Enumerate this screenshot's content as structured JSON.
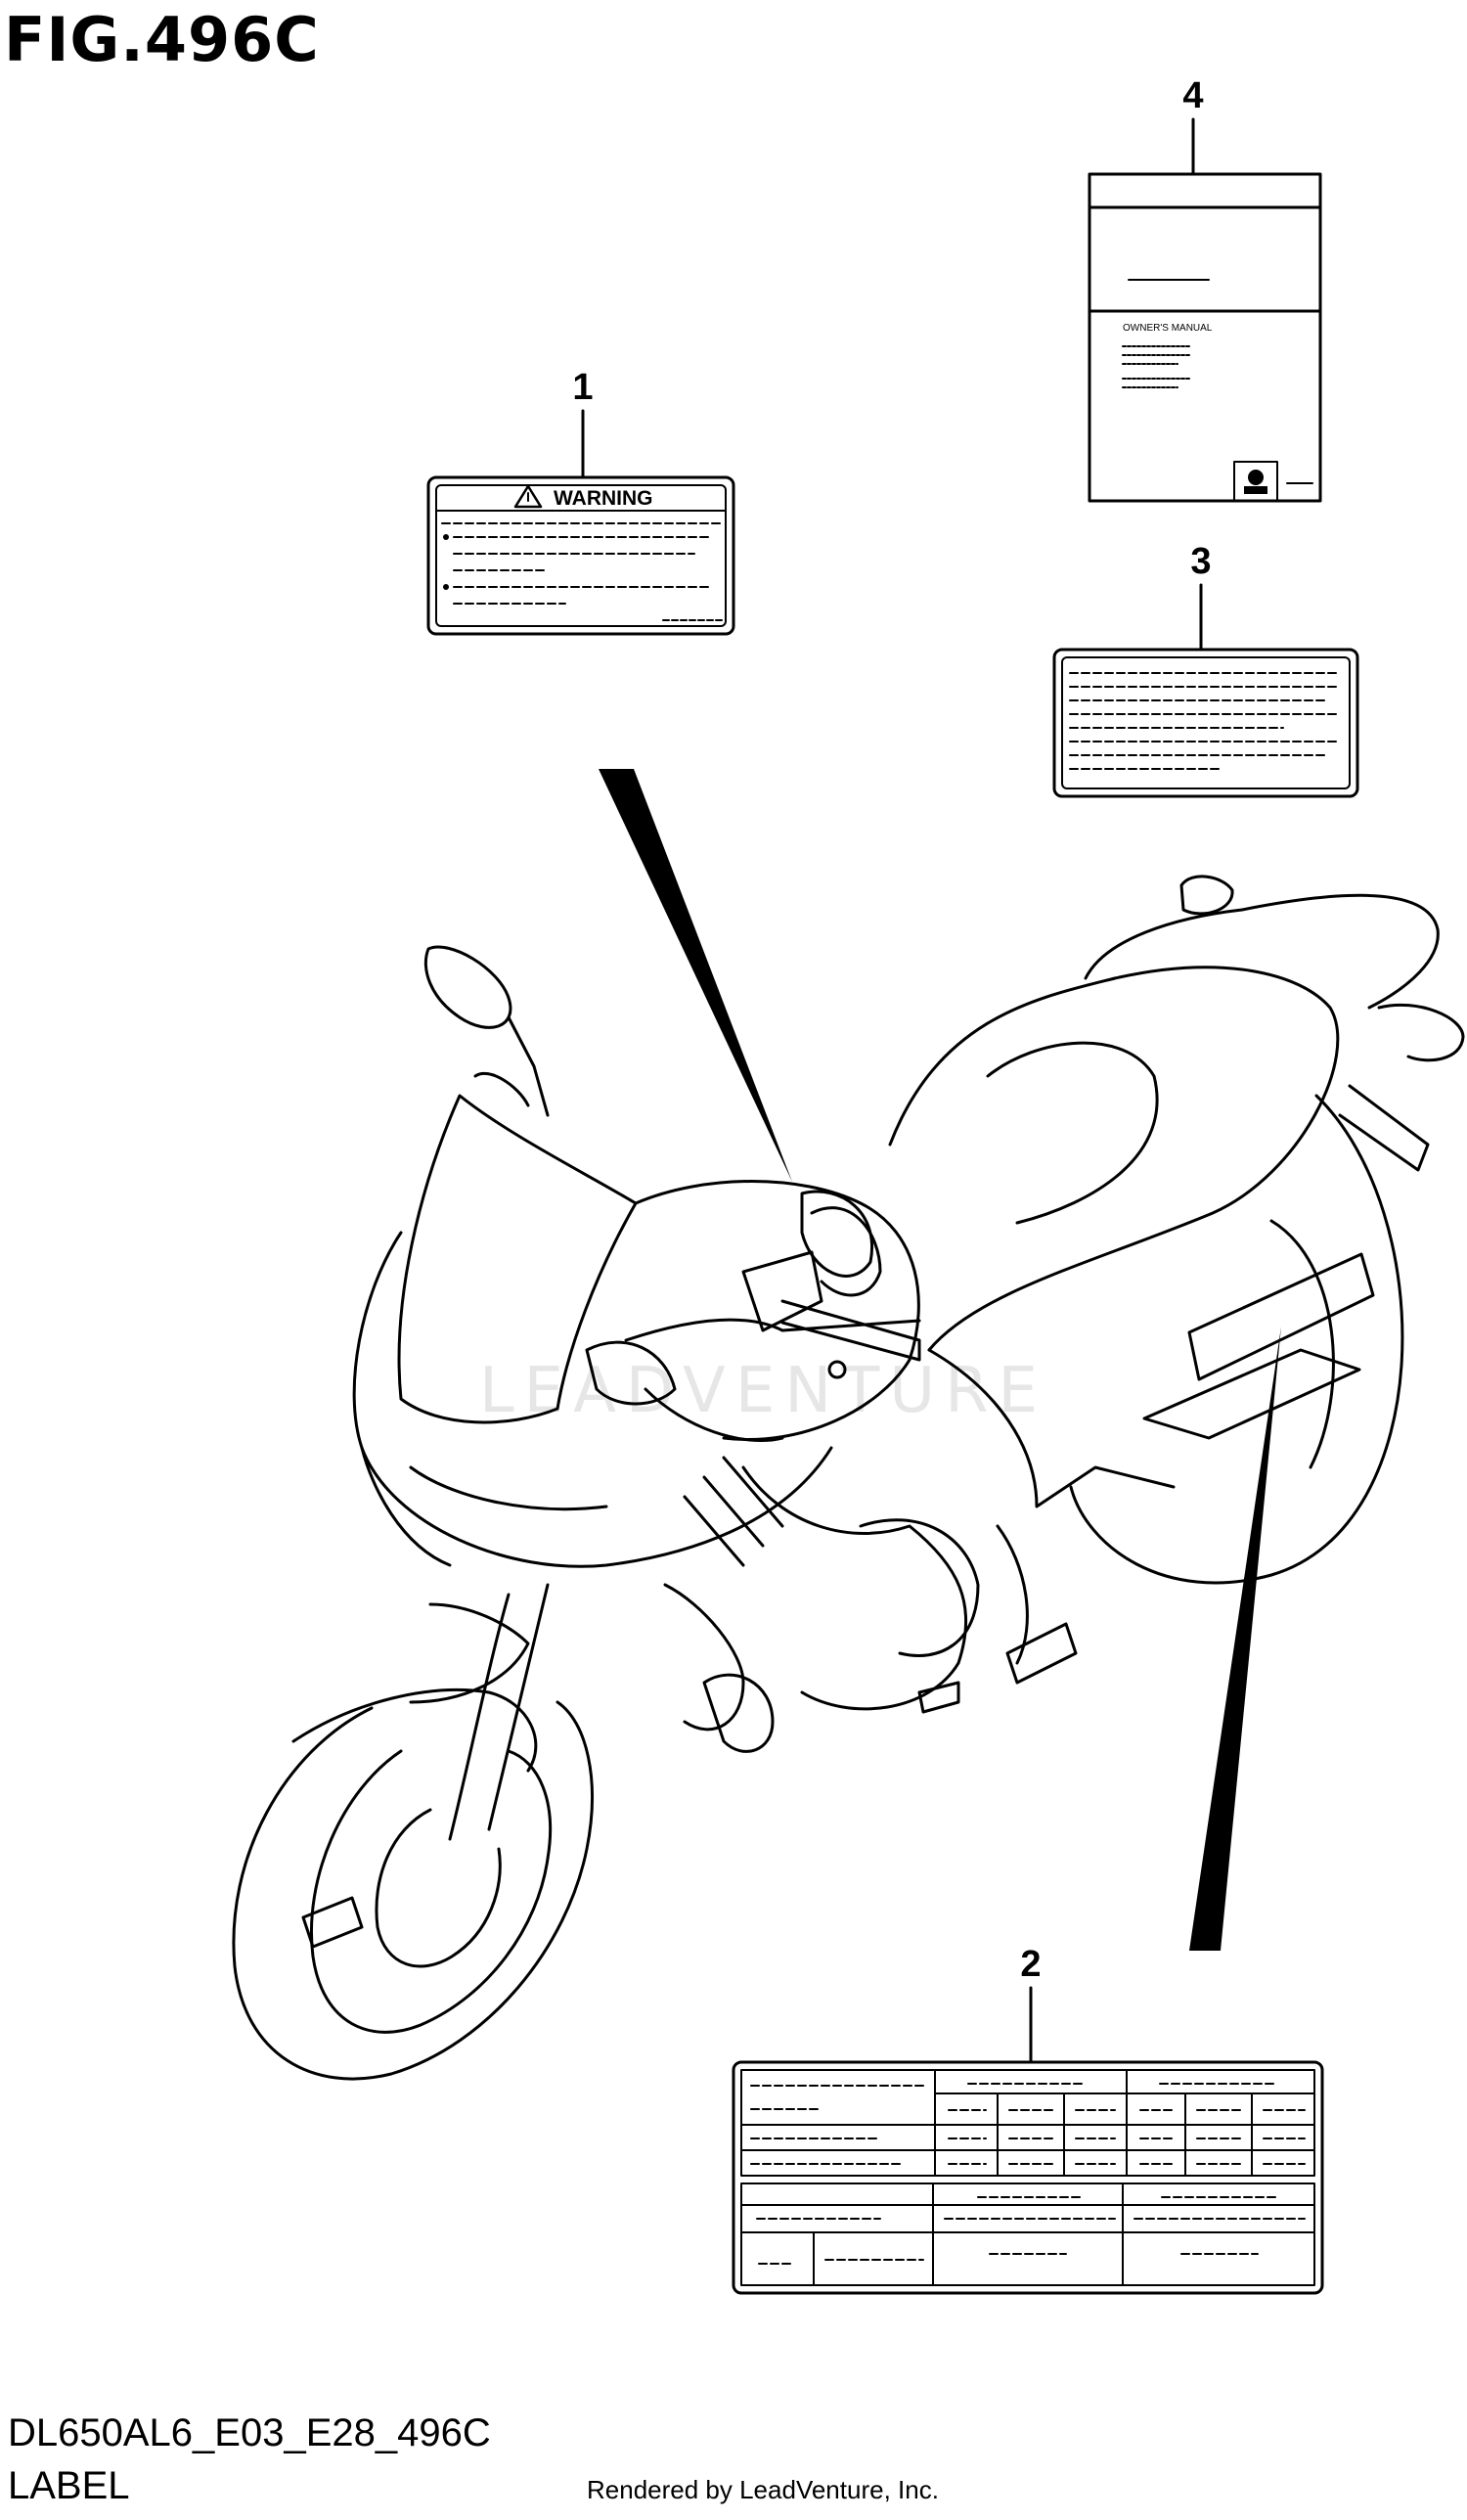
{
  "figure": {
    "title": "FIG.496C"
  },
  "callouts": [
    "1",
    "2",
    "3",
    "4"
  ],
  "warning_label": {
    "heading": "WARNING"
  },
  "manual_label": {
    "heading": "OWNER'S MANUAL"
  },
  "footer": {
    "code": "DL650AL6_E03_E28_496C",
    "name": "LABEL",
    "rendered_by": "Rendered by LeadVenture, Inc."
  },
  "watermark": {
    "text": "LEADVENTURE"
  }
}
